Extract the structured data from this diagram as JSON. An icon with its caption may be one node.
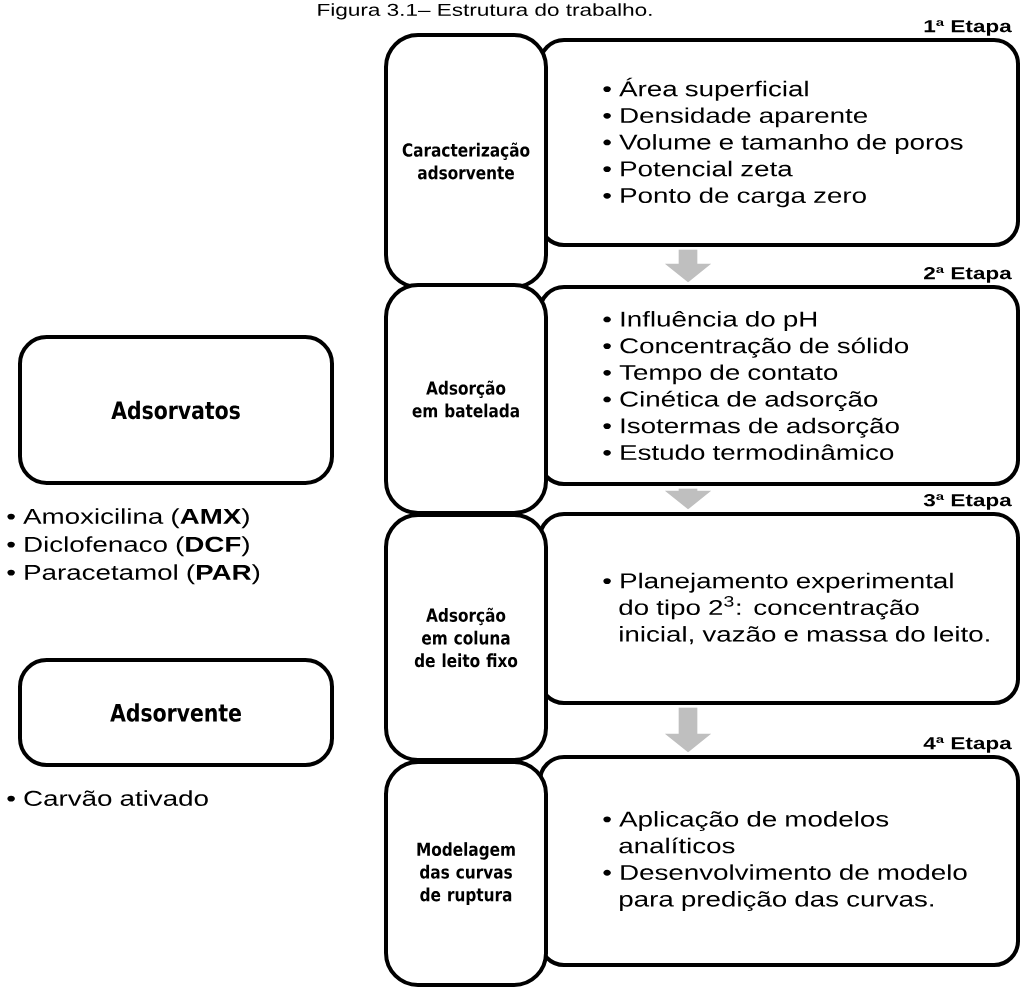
{
  "diagram": {
    "title": "Figura 3.1– Estrutura do trabalho.",
    "nodes": [
      {
        "text": [
          "Caracterização adsorvente"
        ]
      },
      {
        "text": [
          "• Área superficial",
          "• Densidade aparente",
          "• Volume e tamanho de poros",
          "• Potencial zeta",
          "• Ponto de carga zero"
        ],
        "beside": [
          "1ª Etapa"
        ]
      },
      {
        "text": [
          "Adsorção em batelada"
        ]
      },
      {
        "text": [
          "• Influência do pH",
          "• Concentração de sólido",
          "• Tempo de contato",
          "• Cinética de adsorção",
          "• Isotermas de adsorção",
          "• Estudo termodinâmico"
        ],
        "beside": [
          "2ª Etapa"
        ]
      },
      {
        "text": [
          "Adsorção em coluna de leito fixo"
        ]
      },
      {
        "text": [
          "• Planejamento experimental do tipo 2$^{3}$: concentração inicial, vazão e massa do leito."
        ],
        "beside": [
          "3ª Etapa"
        ]
      },
      {
        "text": [
          "Modelagem das curvas de ruptura"
        ]
      },
      {
        "text": [
          "• Aplicação de modelos analíticos",
          "• Desenvolvimento de modelo para predição das curvas."
        ],
        "beside": [
          "4ª Etapa"
        ]
      },
      {
        "text": [
          "Adsorvatos"
        ],
        "beside": [
          "• Amoxicilina (**AMX**)",
          "• Diclofenaco (**DCF**)",
          "• Paracetamol (**PAR**)"
        ]
      },
      {
        "text": [
          "Adsorvente"
        ],
        "beside": [
          "• Carvão ativado"
        ]
      }
    ],
    "edges": [
      {
        "from": 1,
        "to": 3,
        "arrow": "to"
      },
      {
        "from": 3,
        "to": 5,
        "arrow": "to"
      },
      {
        "from": 5,
        "to": 7,
        "arrow": "to"
      }
    ]
  }
}
